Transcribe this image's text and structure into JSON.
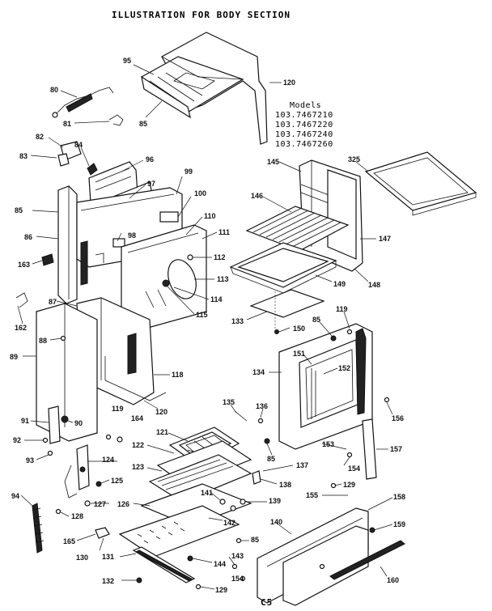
{
  "title": "ILLUSTRATION FOR BODY SECTION",
  "models": {
    "heading": "Models",
    "list": [
      "103.7467210",
      "103.7467220",
      "103.7467240",
      "103.7467260"
    ]
  },
  "footer": "C5",
  "labels": {
    "p80": "80",
    "p81": "81",
    "p82": "82",
    "p83": "83",
    "p84": "84",
    "p85a": "85",
    "p86": "86",
    "p87": "87",
    "p88": "88",
    "p89": "89",
    "p90": "90",
    "p91": "91",
    "p92": "92",
    "p93": "93",
    "p94": "94",
    "p95": "95",
    "p85b": "85",
    "p120a": "120",
    "p96": "96",
    "p97": "97",
    "p98": "98",
    "p99": "99",
    "p100": "100",
    "p110": "110",
    "p111": "111",
    "p112": "112",
    "p113": "113",
    "p114": "114",
    "p115": "115",
    "p118": "118",
    "p120b": "120",
    "p119a": "119",
    "p164": "164",
    "p163": "163",
    "p162": "162",
    "p145": "145",
    "p146": "146",
    "p147": "147",
    "p148": "148",
    "p149": "149",
    "p133": "133",
    "p150": "150",
    "p325": "325",
    "p85c": "85",
    "p119b": "119",
    "p151": "151",
    "p152": "152",
    "p134": "134",
    "p156": "156",
    "p135": "135",
    "p136": "136",
    "p85d": "85",
    "p137": "137",
    "p138": "138",
    "p121": "121",
    "p122": "122",
    "p123": "123",
    "p124": "124",
    "p125": "125",
    "p127": "127",
    "p128": "128",
    "p126": "126",
    "p141": "141",
    "p139": "139",
    "p142": "142",
    "p165": "165",
    "p130": "130",
    "p131": "131",
    "p132": "132",
    "p129a": "129",
    "p144": "144",
    "p143": "143",
    "p85e": "85",
    "p154a": "154",
    "p140": "140",
    "p153": "153",
    "p157": "157",
    "p154b": "154",
    "p129b": "129",
    "p155": "155",
    "p158": "158",
    "p159": "159",
    "p160": "160"
  }
}
